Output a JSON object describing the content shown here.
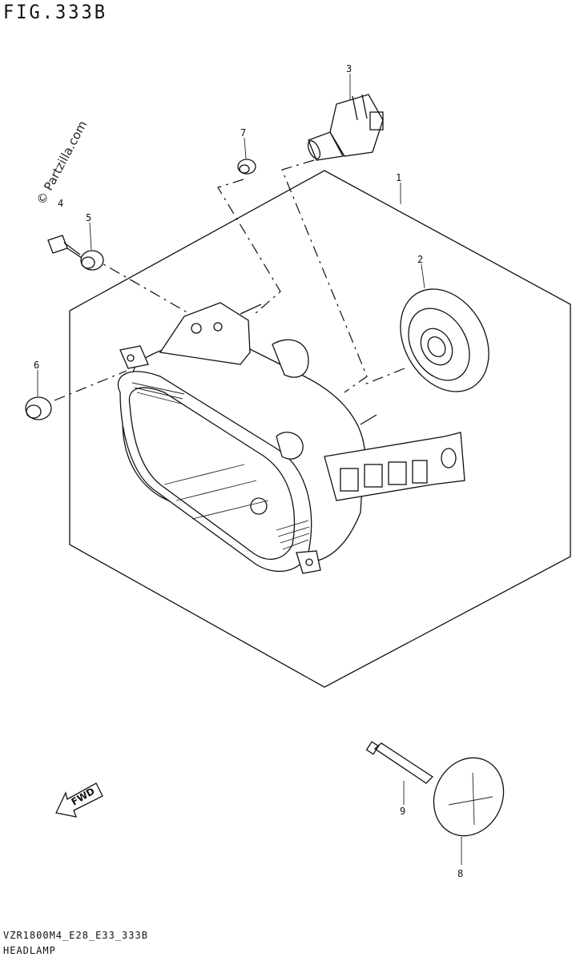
{
  "figure": {
    "title": "FIG.333B",
    "watermark": "© Partzilla.com",
    "model_code": "VZR1800M4_E28_E33_333B",
    "section_name": "HEADLAMP",
    "direction_label": "FWD"
  },
  "callouts": [
    {
      "id": "callout-1",
      "label": "1"
    },
    {
      "id": "callout-2",
      "label": "2"
    },
    {
      "id": "callout-3",
      "label": "3"
    },
    {
      "id": "callout-4",
      "label": "4"
    },
    {
      "id": "callout-5",
      "label": "5"
    },
    {
      "id": "callout-6",
      "label": "6"
    },
    {
      "id": "callout-7",
      "label": "7"
    },
    {
      "id": "callout-8",
      "label": "8"
    },
    {
      "id": "callout-9",
      "label": "9"
    }
  ]
}
